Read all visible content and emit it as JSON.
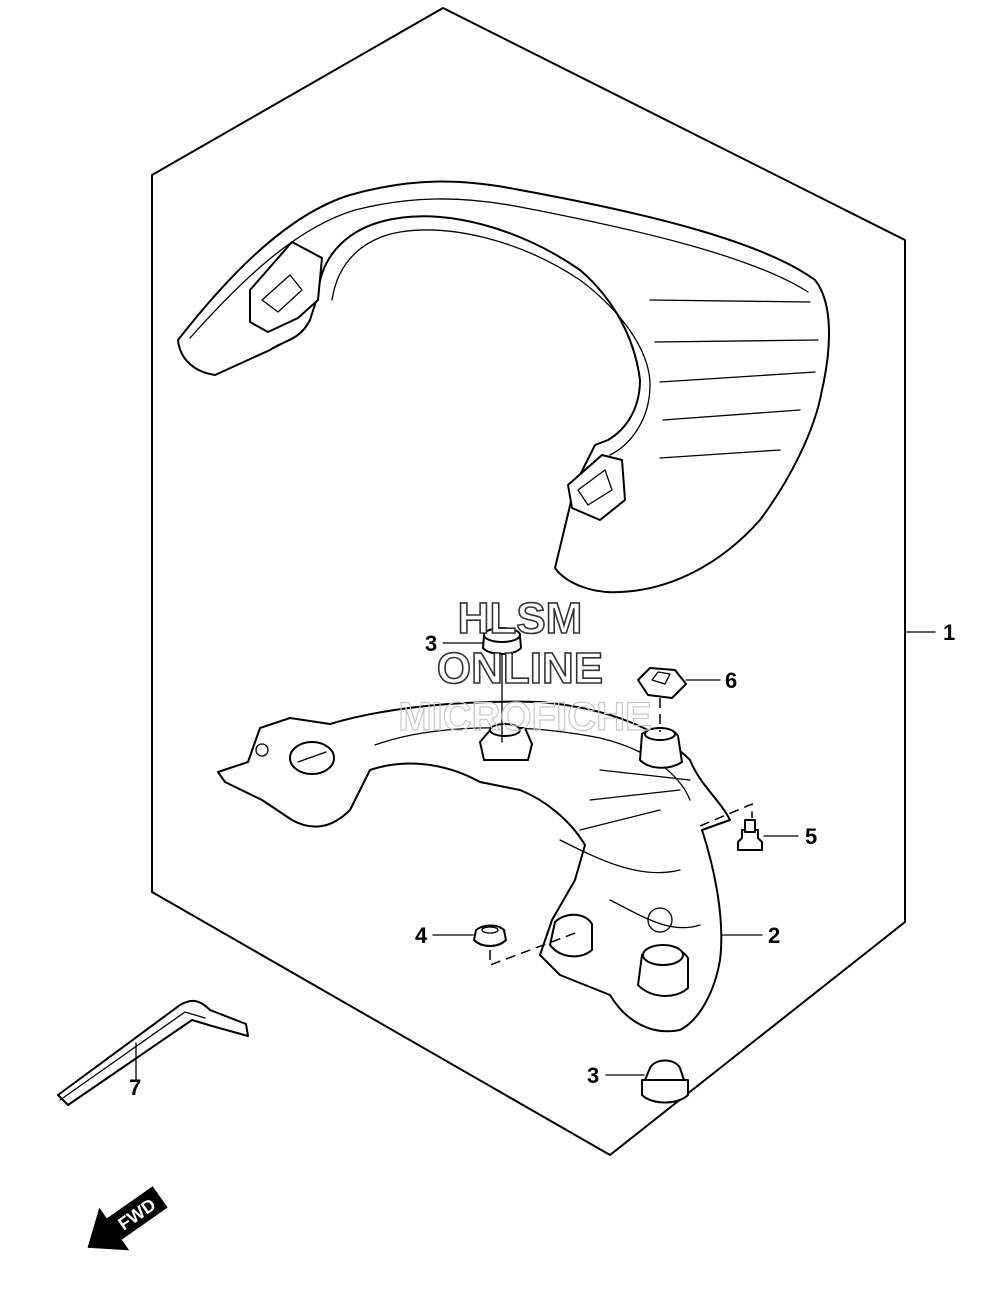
{
  "watermark": {
    "line1": "HLSM",
    "line2": "ONLINE",
    "line3": "MICROFICHE"
  },
  "callouts": [
    {
      "id": "1",
      "label": "1"
    },
    {
      "id": "2",
      "label": "2"
    },
    {
      "id": "3a",
      "label": "3"
    },
    {
      "id": "3b",
      "label": "3"
    },
    {
      "id": "4",
      "label": "4"
    },
    {
      "id": "5",
      "label": "5"
    },
    {
      "id": "6",
      "label": "6"
    },
    {
      "id": "7",
      "label": "7"
    }
  ],
  "direction_indicator": {
    "label": "FWD",
    "icon": "fwd-arrow-icon"
  }
}
